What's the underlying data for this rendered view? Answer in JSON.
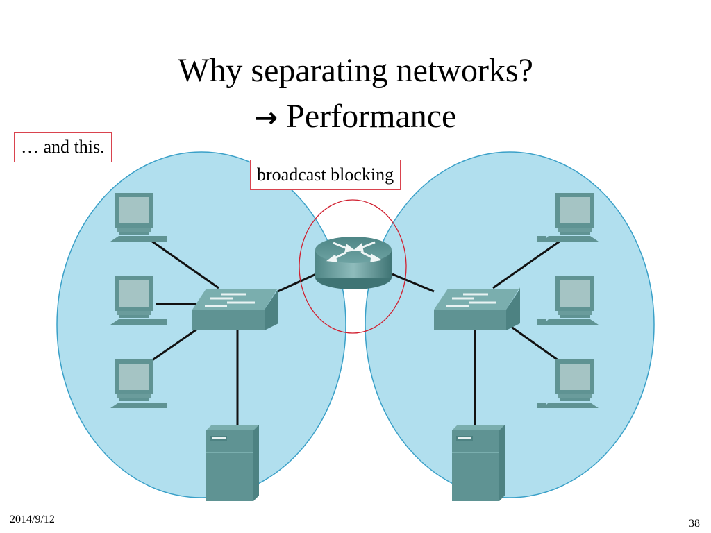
{
  "slide": {
    "title_line1": "Why separating networks?",
    "title_arrow": "→",
    "title_line2": "Performance",
    "callouts": {
      "left": "… and this.",
      "router": "broadcast blocking"
    },
    "footer": {
      "date": "2014/9/12",
      "page_number": "38"
    }
  },
  "diagram": {
    "colors": {
      "network_fill": "#b1dfee",
      "network_stroke": "#3aa0c8",
      "device": "#5f9393",
      "device_light": "#7aaeae",
      "screen": "#a5c4c4",
      "link": "#111111",
      "highlight": "#d12030"
    },
    "networks": [
      {
        "name": "left-network",
        "switch": "switch",
        "pcs": [
          "pc",
          "pc",
          "pc"
        ],
        "server": "server"
      },
      {
        "name": "right-network",
        "switch": "switch",
        "pcs": [
          "pc",
          "pc",
          "pc"
        ],
        "server": "server"
      }
    ],
    "router": "router",
    "highlighted_device": "router"
  }
}
